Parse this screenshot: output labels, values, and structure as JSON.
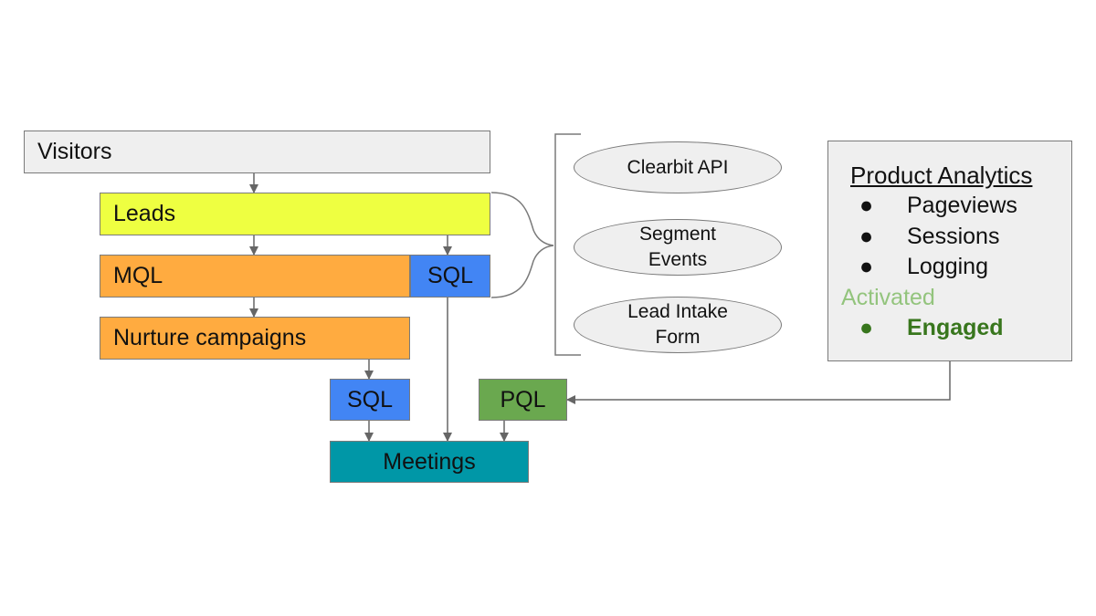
{
  "colors": {
    "visitors": "#efefef",
    "leads": "#eeff41",
    "mql": "#ffab40",
    "sql": "#4285f4",
    "pql": "#6aa84f",
    "meetings": "#0097a7",
    "activated": "#93c47d",
    "engaged": "#38761d",
    "connector": "#666666"
  },
  "funnel": {
    "visitors": "Visitors",
    "leads": "Leads",
    "mql": "MQL",
    "sql_side": "SQL",
    "nurture": "Nurture campaigns",
    "sql_bottom": "SQL",
    "pql": "PQL",
    "meetings": "Meetings"
  },
  "sources": {
    "clearbit": "Clearbit API",
    "segment": [
      "Segment",
      "Events"
    ],
    "lead_intake": [
      "Lead Intake",
      "Form"
    ]
  },
  "product_analytics": {
    "title": "Product Analytics",
    "bullet": "●",
    "items": [
      "Pageviews",
      "Sessions",
      "Logging"
    ],
    "activated_label": "Activated",
    "engaged_item": "Engaged"
  }
}
